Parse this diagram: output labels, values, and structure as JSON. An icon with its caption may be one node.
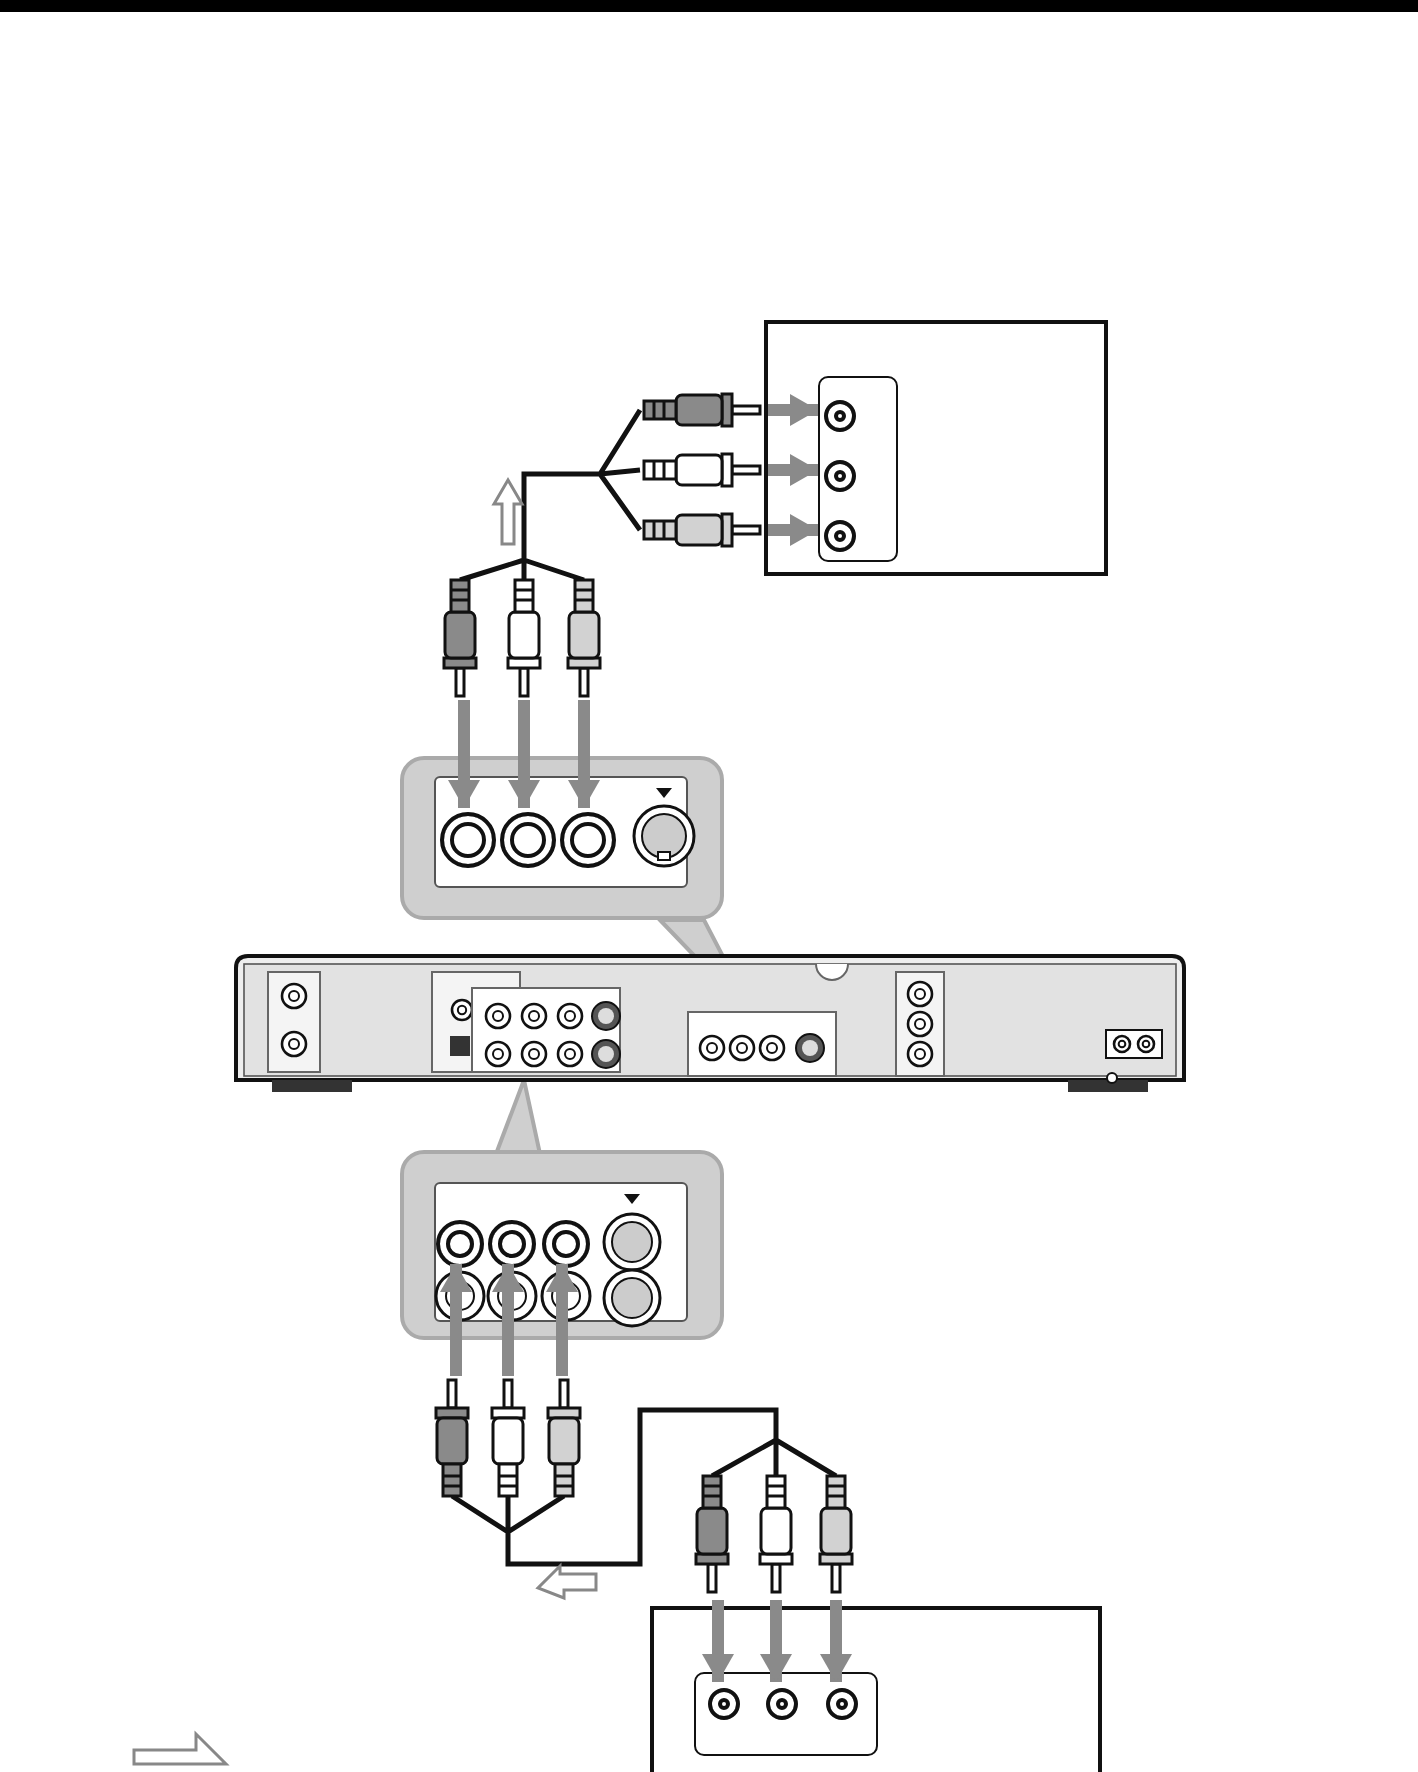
{
  "diagram": {
    "nodes": [
      {
        "text": [],
        "shape": "box"
      },
      {
        "text": [],
        "shape": "box",
        "in": 0
      },
      {
        "text": [],
        "shape": "circle",
        "in": 1
      },
      {
        "text": [],
        "shape": "circle",
        "in": 1
      },
      {
        "text": [],
        "shape": "circle",
        "in": 1
      },
      {
        "text": [],
        "shape": "picture"
      },
      {
        "text": [],
        "shape": "box"
      },
      {
        "text": [],
        "shape": "circle",
        "in": 6
      },
      {
        "text": [],
        "shape": "circle",
        "in": 6
      },
      {
        "text": [],
        "shape": "circle",
        "in": 6
      },
      {
        "text": [],
        "shape": "box"
      },
      {
        "text": [],
        "shape": "box"
      },
      {
        "text": [],
        "shape": "circle",
        "in": 11
      },
      {
        "text": [],
        "shape": "circle",
        "in": 11
      },
      {
        "text": [],
        "shape": "circle",
        "in": 11
      },
      {
        "text": [],
        "shape": "picture"
      },
      {
        "text": [],
        "shape": "box"
      },
      {
        "text": [],
        "shape": "box",
        "in": 16
      },
      {
        "text": [],
        "shape": "circle",
        "in": 17
      },
      {
        "text": [],
        "shape": "circle",
        "in": 17
      },
      {
        "text": [],
        "shape": "circle",
        "in": 17
      }
    ],
    "edges": [
      {
        "from": 5,
        "to": 2,
        "arrow": "to"
      },
      {
        "from": 5,
        "to": 3,
        "arrow": "to"
      },
      {
        "from": 5,
        "to": 4,
        "arrow": "to"
      },
      {
        "from": 5,
        "to": 7,
        "arrow": "to"
      },
      {
        "from": 5,
        "to": 8,
        "arrow": "to"
      },
      {
        "from": 5,
        "to": 9,
        "arrow": "to"
      },
      {
        "from": 15,
        "to": 12,
        "arrow": "to"
      },
      {
        "from": 15,
        "to": 13,
        "arrow": "to"
      },
      {
        "from": 15,
        "to": 14,
        "arrow": "to"
      },
      {
        "from": 15,
        "to": 18,
        "arrow": "to"
      },
      {
        "from": 15,
        "to": 19,
        "arrow": "to"
      },
      {
        "from": 15,
        "to": 20,
        "arrow": "to"
      }
    ]
  }
}
